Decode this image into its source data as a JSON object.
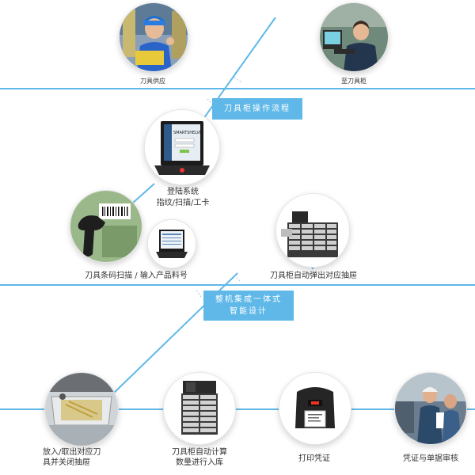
{
  "colors": {
    "line": "#5fb8e8",
    "box_bg": "#5fb8e8",
    "box_text": "#ffffff"
  },
  "steps": {
    "supply": "刀具供应",
    "to_cabinet": "至刀具柜",
    "login_line1": "登陆系统",
    "login_line2": "指纹/扫描/工卡",
    "scan": "刀具条码扫描 / 输入产品料号",
    "auto_drawer": "刀具柜自动弹出对应抽屉",
    "put_take_line1": "放入/取出对应刀",
    "put_take_line2": "具并关闭抽屉",
    "count_line1": "刀具柜自动计算",
    "count_line2": "数量进行入库",
    "print": "打印凭证",
    "audit": "凭证与单据审核"
  },
  "boxes": {
    "process": "刀具柜操作流程",
    "integrated_line1": "整机集成一体式",
    "integrated_line2": "智能设计"
  },
  "screen": {
    "brand": "SMARTSHELVE"
  },
  "icons": [
    "worker-photo",
    "operator-photo",
    "login-terminal",
    "barcode-scanner",
    "terminal",
    "cabinet-open-drawer",
    "drawer-items",
    "cabinet",
    "receipt-printer",
    "audit-photo"
  ]
}
